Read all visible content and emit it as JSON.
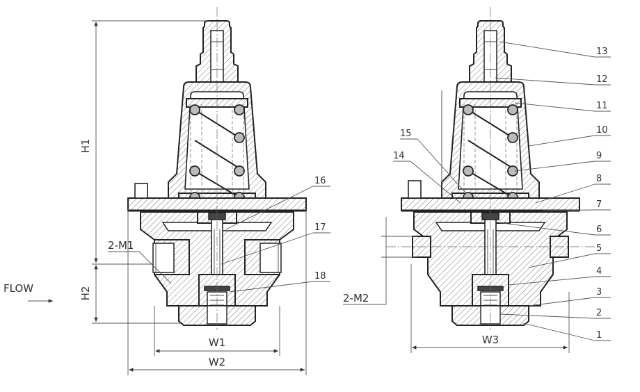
{
  "flow_label": "FLOW",
  "dimensions": {
    "h1": "H1",
    "h2": "H2",
    "w1": "W1",
    "w2": "W2",
    "w3": "W3",
    "m1": "2-M1",
    "m2": "2-M2"
  },
  "left_callouts": [
    "16",
    "17",
    "18"
  ],
  "right_callouts": [
    "1",
    "2",
    "3",
    "4",
    "5",
    "6",
    "7",
    "8",
    "9",
    "10",
    "11",
    "12",
    "13",
    "14",
    "15"
  ]
}
